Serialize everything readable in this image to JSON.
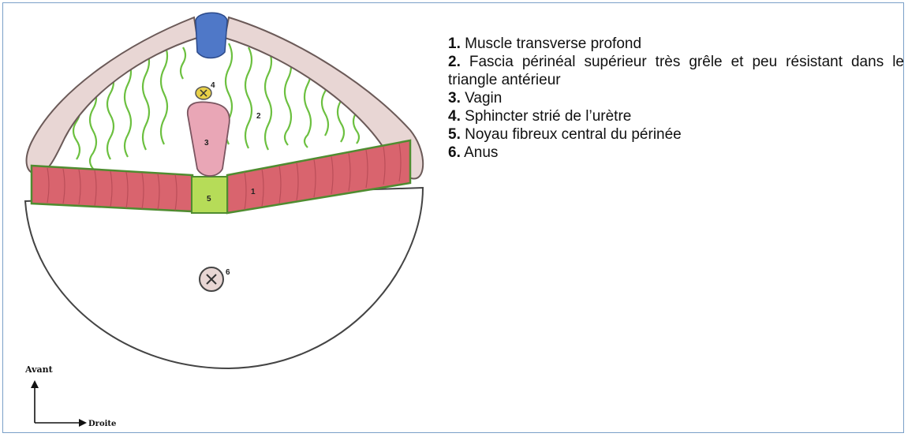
{
  "legend": [
    {
      "number": "1.",
      "text": "Muscle transverse profond"
    },
    {
      "number": "2.",
      "text": "Fascia périnéal supérieur très grêle et peu résistant dans le triangle antérieur"
    },
    {
      "number": "3.",
      "text": "Vagin"
    },
    {
      "number": "4.",
      "text": "Sphincter strié de l’urètre"
    },
    {
      "number": "5.",
      "text": "Noyau fibreux central du périnée"
    },
    {
      "number": "6.",
      "text": "Anus"
    }
  ],
  "diagram_labels": {
    "l1": "1",
    "l2": "2",
    "l3": "3",
    "l4": "4",
    "l5": "5",
    "l6": "6"
  },
  "orientation": {
    "up": "Avant",
    "right": "Droite"
  },
  "colors": {
    "muscle": "#d9646e",
    "fascia": "#6cc040",
    "bone": "#e8d6d4",
    "symphysis": "#4f78c8",
    "vagina": "#e9a6b6",
    "central_node": "#b6dc58"
  }
}
